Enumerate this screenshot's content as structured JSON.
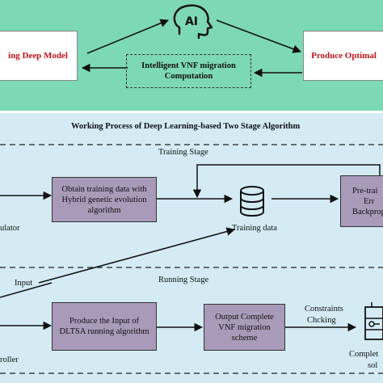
{
  "top": {
    "left_box": "ing Deep Model",
    "right_box": "Produce Optimal",
    "center_box_line1": "Intelligent VNF migration",
    "center_box_line2": "Computation",
    "ai_label": "AI"
  },
  "bottom": {
    "title": "Working Process of Deep Learning-based Two Stage Algorithm",
    "training_stage": "Training Stage",
    "running_stage": "Running Stage",
    "obtain_line1": "Obtain training data with",
    "obtain_line2": "Hybrid genetic evolution",
    "obtain_line3": "algorithm",
    "pretrain_line1": "Pre-trai",
    "pretrain_line2": "Err",
    "pretrain_line3": "Backprop",
    "training_data": "Training data",
    "simulator": "ulator",
    "input": "Input",
    "produce_line1": "Produce the Input of",
    "produce_line2": "DLTSA running algorithm",
    "output_line1": "Output Complete",
    "output_line2": "VNF migration",
    "output_line3": "scheme",
    "constraints_line1": "Constraints",
    "constraints_line2": "Chcking",
    "controller": "roller",
    "complete_line1": "Complet",
    "complete_line2": "sol"
  },
  "colors": {
    "top_panel": "#7dd8b5",
    "bottom_panel": "#d4ebf4",
    "process_box": "#a99ab9",
    "highlight_text": "#c0141a"
  },
  "icons": [
    "ai-head-icon",
    "database-icon",
    "server-icon"
  ]
}
